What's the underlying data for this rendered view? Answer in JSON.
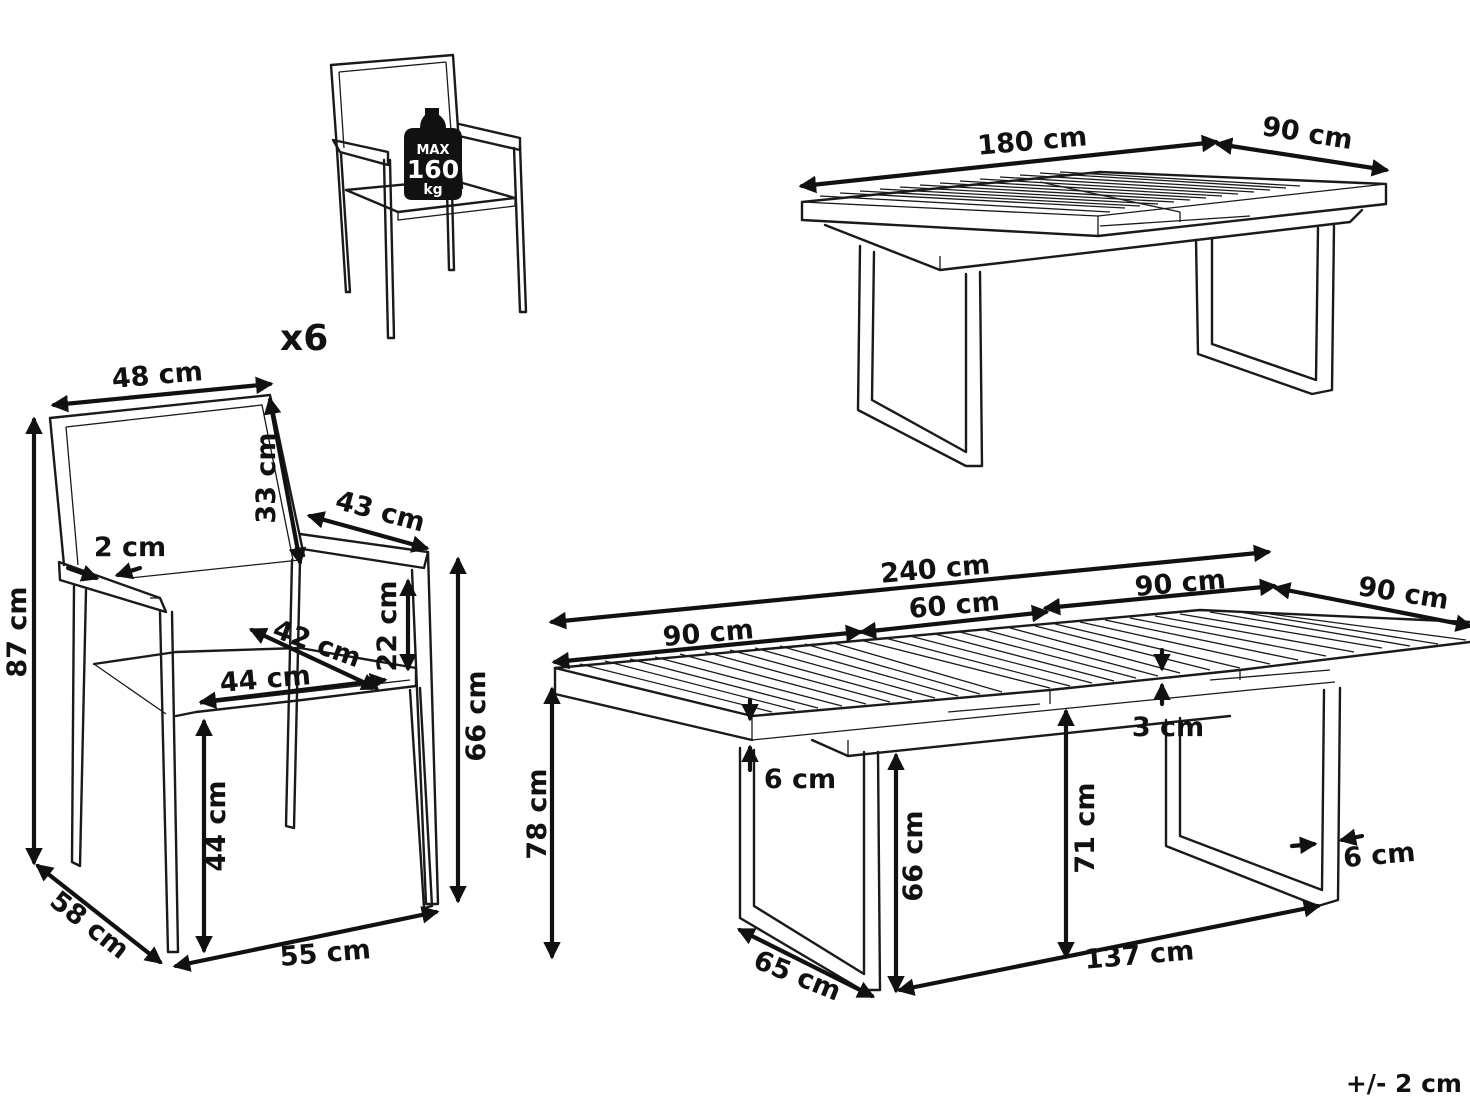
{
  "chair_icon": {
    "quantity": "x6",
    "weight_badge": {
      "line1": "MAX",
      "line2": "160",
      "line3": "kg"
    }
  },
  "chair_dimensions": {
    "back_width": "48 cm",
    "back_height": "33 cm",
    "armrest_length": "43 cm",
    "armrest_width": "2 cm",
    "armrest_height": "22 cm",
    "seat_depth": "42 cm",
    "seat_width": "44 cm",
    "total_height": "87 cm",
    "arm_height": "66 cm",
    "seat_height": "44 cm",
    "depth": "58 cm",
    "width": "55 cm"
  },
  "table_closed": {
    "length": "180 cm",
    "width": "90 cm"
  },
  "table_extended": {
    "total_length": "240 cm",
    "left_section": "90 cm",
    "middle_section": "60 cm",
    "right_section": "90 cm",
    "width": "90 cm",
    "top_thickness": "3 cm",
    "apron": "6 cm",
    "height": "78 cm",
    "leg_clearance": "66 cm",
    "under_apron_height": "71 cm",
    "leg_thickness": "6 cm",
    "leg_depth": "65 cm",
    "leg_span": "137 cm"
  },
  "tolerance": "+/- 2 cm"
}
